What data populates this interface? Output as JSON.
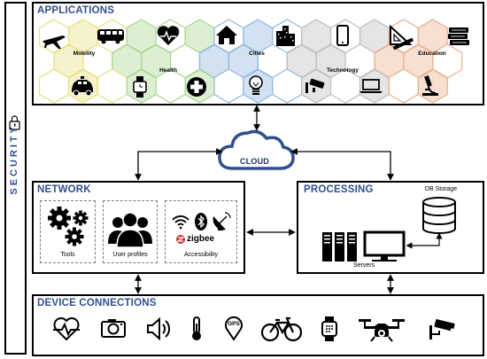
{
  "security": {
    "label": "SECURITY"
  },
  "applications": {
    "title": "APPLICATIONS",
    "groups": [
      {
        "label": "Mobility",
        "color": "#e9df7c"
      },
      {
        "label": "Health",
        "color": "#a9d68e"
      },
      {
        "label": "Cities",
        "color": "#8fb7e0"
      },
      {
        "label": "Technology",
        "color": "#bdbdbd"
      },
      {
        "label": "Education",
        "color": "#eab08d"
      }
    ]
  },
  "cloud": {
    "label": "CLOUD",
    "color": "#2f4f8f"
  },
  "network": {
    "title": "NETWORK",
    "items": [
      {
        "label": "Tools",
        "icon": "gears-icon"
      },
      {
        "label": "User profiles",
        "icon": "users-icon"
      },
      {
        "label": "Accessibility",
        "icon": "wireless-icons"
      }
    ],
    "zigbee": "zigbee"
  },
  "processing": {
    "title": "PROCESSING",
    "db_label": "DB Storage",
    "servers_label": "Servers"
  },
  "devices": {
    "title": "DEVICE CONNECTIONS",
    "icons": [
      "heartbeat-icon",
      "camera-icon",
      "speaker-icon",
      "thermometer-icon",
      "gps-icon",
      "bicycle-icon",
      "smartwatch-icon",
      "drone-icon",
      "cctv-icon"
    ],
    "gps_text": "GPS"
  }
}
